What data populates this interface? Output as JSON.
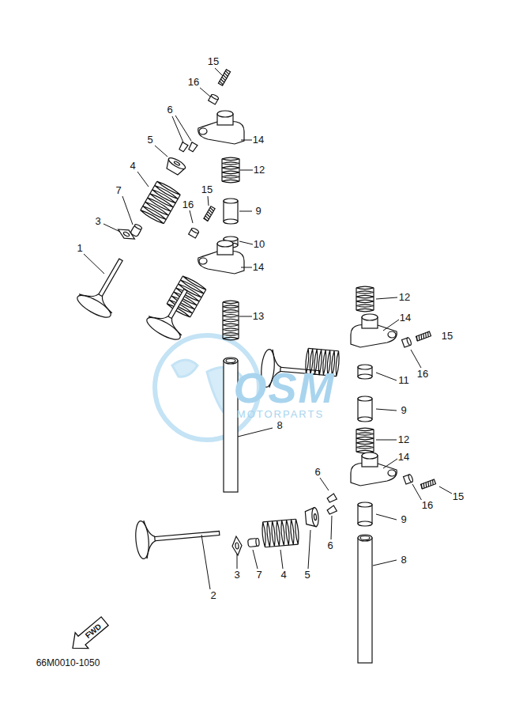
{
  "diagram": {
    "labels": [
      "15",
      "16",
      "6",
      "14",
      "5",
      "4",
      "12",
      "7",
      "15",
      "16",
      "3",
      "9",
      "1",
      "10",
      "14",
      "13",
      "12",
      "14",
      "15",
      "16",
      "11",
      "8",
      "9",
      "12",
      "6",
      "14",
      "15",
      "16",
      "6",
      "9",
      "2",
      "3",
      "7",
      "4",
      "5",
      "8",
      "FWD",
      "66M0010-1050",
      "OSM",
      "MOTORPARTS"
    ]
  }
}
